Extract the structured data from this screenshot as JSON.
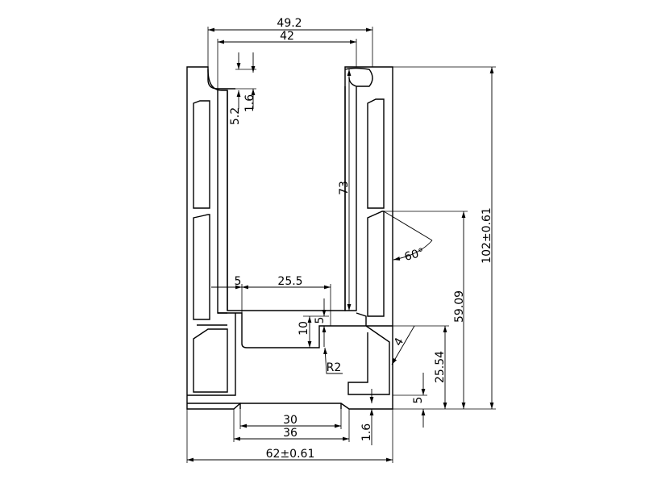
{
  "dimensions": {
    "inner_top_width": "49.2",
    "slot_width": "42",
    "slot_offset": "5.2",
    "wall_thickness_top": "1.6",
    "inner_height": "73",
    "angle": "60°",
    "overall_height": "102±0.61",
    "step_height": "59.09",
    "left_offset": "5",
    "floor_width": "25.5",
    "step_depth_10": "10",
    "step_depth_5": "5",
    "chamfer": "4",
    "fillet": "R2",
    "lower_height": "25.54",
    "base_offset": "5",
    "groove_top_width": "30",
    "groove_bottom_width": "36",
    "base_thickness": "1.6",
    "overall_width": "62±0.61"
  }
}
